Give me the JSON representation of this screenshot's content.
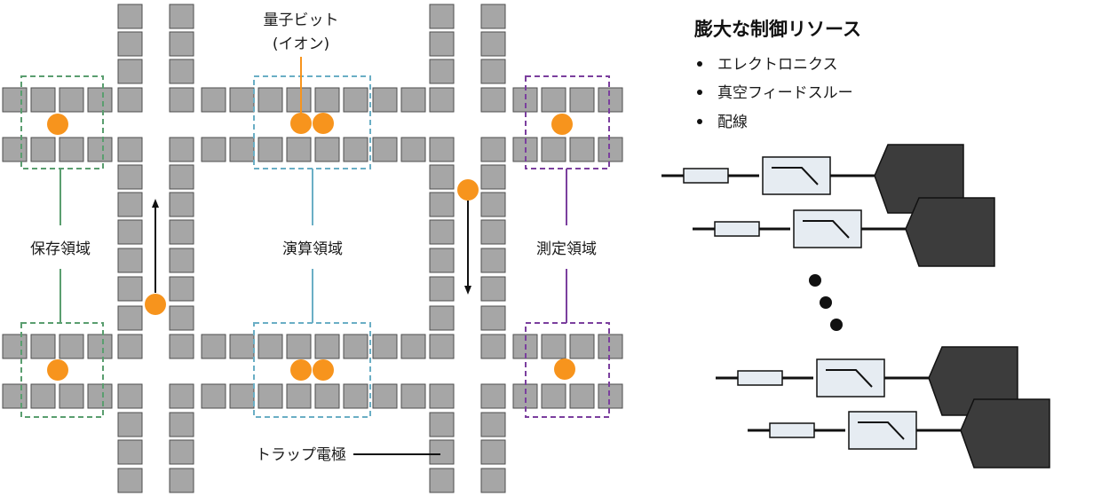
{
  "labels": {
    "qubit_line1": "量子ビット",
    "qubit_line2": "(イオン)",
    "storage": "保存領域",
    "compute": "演算領域",
    "measure": "測定領域",
    "electrode": "トラップ電極"
  },
  "resources": {
    "title": "膨大な制御リソース",
    "items": [
      "エレクトロニクス",
      "真空フィードスルー",
      "配線"
    ]
  },
  "colors": {
    "electrode_fill": "#a6a6a6",
    "electrode_stroke": "#4d4d4d",
    "ion": "#f7941d",
    "storage": "#5a9e6f",
    "compute": "#6aaec5",
    "measure": "#7b3f9e",
    "filter_fill": "#e6ecf2",
    "amp_fill": "#3c3c3c"
  }
}
